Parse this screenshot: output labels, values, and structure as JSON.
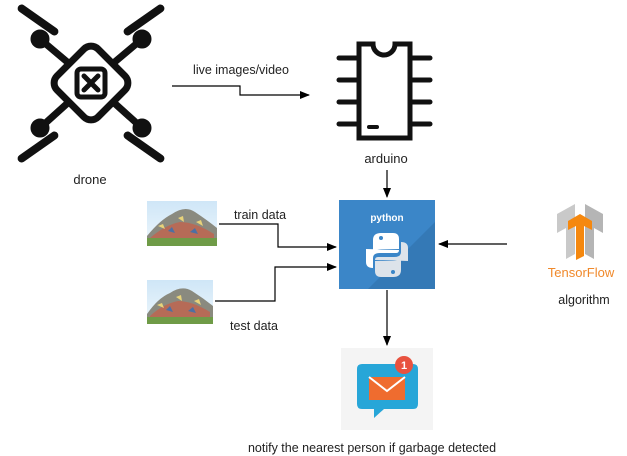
{
  "nodes": {
    "drone": {
      "label": "drone"
    },
    "arduino": {
      "label": "arduino"
    },
    "python": {
      "label": "python"
    },
    "train": {
      "label": "train data"
    },
    "test": {
      "label": "test data"
    },
    "tensorflow": {
      "logo_text": "TensorFlow",
      "label": "algorithm"
    },
    "notify": {
      "badge": "1",
      "label": "notify the nearest person if garbage detected"
    }
  },
  "edges": {
    "drone_to_arduino": {
      "label": "live images/video"
    }
  },
  "colors": {
    "python_bg": "#3b86c8",
    "tensorflow_orange": "#f5880f",
    "mail_orange": "#ef6c2f",
    "mail_bubble": "#27a6d8",
    "badge_red": "#e8523f"
  }
}
